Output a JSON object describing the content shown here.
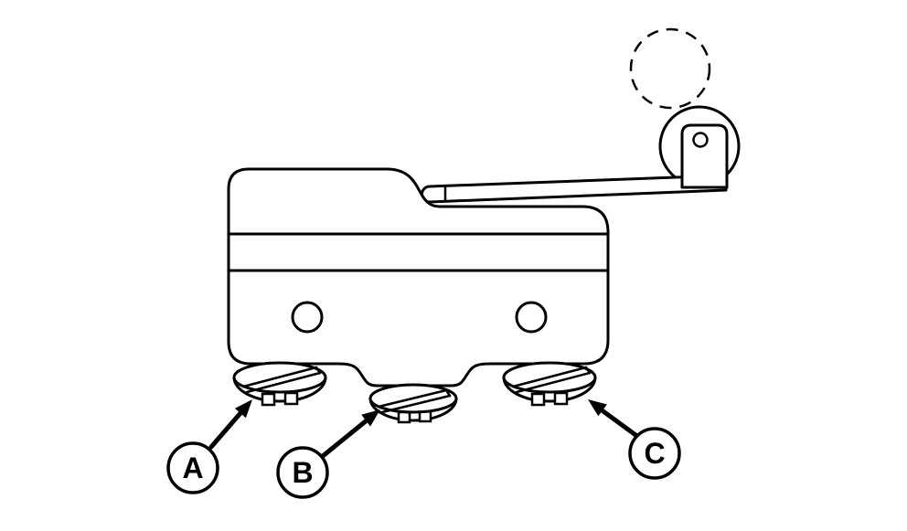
{
  "theme": {
    "ink": "#000000",
    "bg": "#ffffff"
  },
  "diagram": {
    "callouts": [
      {
        "label": "A"
      },
      {
        "label": "B"
      },
      {
        "label": "C"
      }
    ]
  }
}
